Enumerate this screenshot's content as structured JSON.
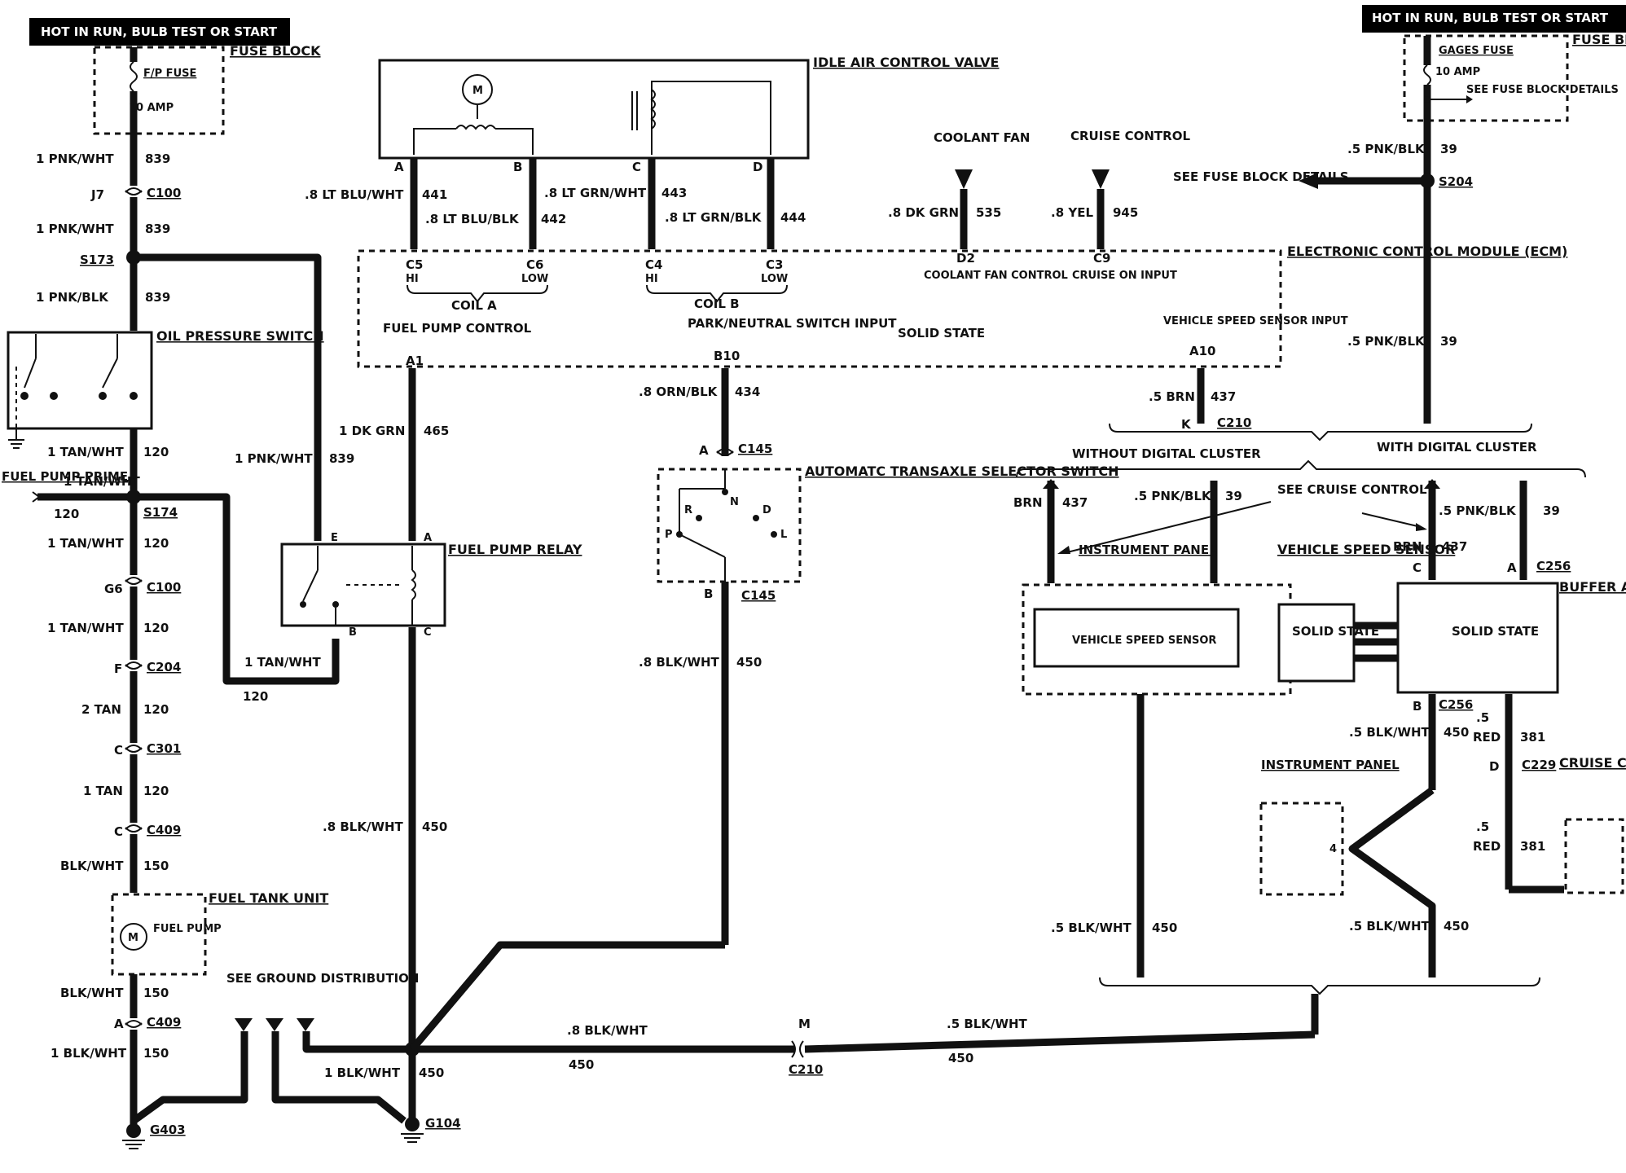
{
  "headers": {
    "left_hot": "HOT IN RUN, BULB TEST OR START",
    "right_hot": "HOT IN RUN, BULB TEST OR START"
  },
  "components": {
    "fuse_block_left": "FUSE BLOCK",
    "fp_fuse": "F/P FUSE",
    "fp_fuse_amp": "10 AMP",
    "fuse_block_right": "FUSE BLOCK",
    "gages_fuse": "GAGES FUSE",
    "gages_fuse_amp": "10 AMP",
    "see_fuse_block": "SEE FUSE BLOCK DETAILS",
    "see_fuse_block_details": "SEE FUSE BLOCK DETAILS",
    "idle_air_control_valve": "IDLE AIR CONTROL VALVE",
    "coolant_fan": "COOLANT FAN",
    "cruise_control": "CRUISE CONTROL",
    "ecm": "ELECTRONIC CONTROL MODULE (ECM)",
    "ecm_solid_state": "SOLID STATE",
    "oil_pressure_switch": "OIL PRESSURE SWITCH",
    "fuel_pump_prime": "FUEL PUMP PRIME",
    "fuel_pump_relay": "FUEL PUMP RELAY",
    "atsx_selector_switch": "AUTOMATC TRANSAXLE SELECTOR SWITCH",
    "fuel_tank_unit": "FUEL TANK UNIT",
    "fuel_pump": "FUEL PUMP",
    "see_ground_distribution": "SEE GROUND DISTRIBUTION",
    "without_digital_cluster": "WITHOUT DIGITAL CLUSTER",
    "with_digital_cluster": "WITH DIGITAL CLUSTER",
    "see_cruise_control": "SEE CRUISE CONTROL",
    "instrument_panel": "INSTRUMENT PANEL",
    "vehicle_speed_sensor_box": "VEHICLE SPEED SENSOR",
    "vehicle_speed_sensor": "VEHICLE SPEED SENSOR",
    "solid_state": "SOLID STATE",
    "buffer_amplifier": "BUFFER AMPLIFIER",
    "instrument_panel_2": "INSTRUMENT PANEL",
    "cruise_control_module": "CRUISE CONTROL MODULE"
  },
  "ecm_pins": {
    "c5": "C5",
    "c5_hi": "HI",
    "c6": "C6",
    "c6_low": "LOW",
    "c4": "C4",
    "c4_hi": "HI",
    "c3": "C3",
    "c3_low": "LOW",
    "coil_a": "COIL A",
    "coil_b": "COIL B",
    "d2": "D2",
    "d2_desc": "COOLANT FAN CONTROL",
    "c9": "C9",
    "c9_desc": "CRUISE ON INPUT",
    "a1_desc": "FUEL PUMP CONTROL",
    "a1": "A1",
    "b10_desc": "PARK/NEUTRAL SWITCH INPUT",
    "b10": "B10",
    "a10_desc": "VEHICLE SPEED SENSOR INPUT",
    "a10": "A10"
  },
  "wires": {
    "w839a": "1 PNK/WHT",
    "c839a": "839",
    "w839b": "1 PNK/WHT",
    "c839b": "839",
    "w839c": "1 PNK/BLK",
    "c839c": "839",
    "w839d": "1 PNK/WHT",
    "c839d": "839",
    "w120a": "1 TAN/WHT",
    "c120a": "120",
    "w120b": "1 TAN/WHT",
    "w120prime": "120",
    "w120c": "1 TAN/WHT",
    "c120c": "120",
    "w120d": "1 TAN/WHT",
    "c120d": "120",
    "w120e": "2 TAN",
    "c120e": "120",
    "w120f": "1 TAN",
    "c120f": "120",
    "w120g": "1 TAN/WHT",
    "c120g": "120",
    "w150a": "BLK/WHT",
    "c150a": "150",
    "w150b": "BLK/WHT",
    "c150b": "150",
    "w150c": "1 BLK/WHT",
    "c150c": "150",
    "w441": ".8 LT BLU/WHT",
    "c441": "441",
    "w442": ".8 LT BLU/BLK",
    "c442": "442",
    "w443": ".8 LT GRN/WHT",
    "c443": "443",
    "w444": ".8 LT GRN/BLK",
    "c444": "444",
    "w535": ".8 DK GRN",
    "c535": "535",
    "w945": ".8 YEL",
    "c945": "945",
    "w465": "1 DK GRN",
    "c465": "465",
    "w434": ".8 ORN/BLK",
    "c434": "434",
    "w450a": ".8 BLK/WHT",
    "c450a": "450",
    "w450b": ".8 BLK/WHT",
    "c450b": "450",
    "w450c": "1 BLK/WHT",
    "c450c": "450",
    "w450d": ".8 BLK/WHT",
    "c450d": "450",
    "w450e": ".5 BLK/WHT",
    "c450e": "450",
    "w450f": ".5 BLK/WHT",
    "c450f": "450",
    "w450g": ".5 BLK/WHT",
    "c450g": "450",
    "w450h": ".5 BLK/WHT",
    "c450h": "450",
    "w39a": ".5 PNK/BLK",
    "c39a": "39",
    "w39b": ".5 PNK/BLK",
    "c39b": "39",
    "w39c": ".5 PNK/BLK",
    "c39c": "39",
    "w39d": ".5 PNK/BLK",
    "c39d": "39",
    "w437a": ".5 BRN",
    "c437a": "437",
    "w437b": "BRN",
    "c437b": "437",
    "w437c": "BRN",
    "c437c": "437",
    "w381a": ".5",
    "w381a2": "RED",
    "c381a": "381",
    "w381b": ".5",
    "w381b2": "RED",
    "c381b": "381"
  },
  "connectors": {
    "c100a": "C100",
    "c100a_pin": "J7",
    "s173": "S173",
    "s174": "S174",
    "c100b": "C100",
    "c100b_pin": "G6",
    "c204": "C204",
    "c204_pin": "F",
    "c301": "C301",
    "c301_pin": "C",
    "c409a": "C409",
    "c409a_pin": "C",
    "c409b": "C409",
    "c409b_pin": "A",
    "g403": "G403",
    "g104": "G104",
    "s204": "S204",
    "c145a": "C145",
    "c145a_pin": "A",
    "c145b": "C145",
    "c145b_pin": "B",
    "c210a": "C210",
    "c210a_pin": "K",
    "c210b": "C210",
    "c210b_pin": "M",
    "c256a": "C256",
    "c256a_pinc": "C",
    "c256a_pina": "A",
    "c256b": "C256",
    "c256b_pin": "B",
    "c229": "C229",
    "c229_pin": "D",
    "iac_a": "A",
    "iac_b": "B",
    "iac_c": "C",
    "iac_d": "D",
    "relay_e": "E",
    "relay_a": "A",
    "relay_b": "B",
    "relay_c": "C",
    "ip_pin4": "4",
    "sel_r": "R",
    "sel_n": "N",
    "sel_d": "D",
    "sel_p": "P",
    "sel_l": "L",
    "motor_m": "M"
  }
}
